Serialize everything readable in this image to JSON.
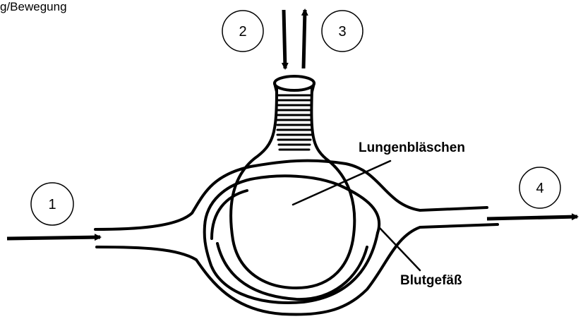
{
  "top_text": "g/Bewegung",
  "labels": {
    "alveolus": "Lungenbläschen",
    "vessel": "Blutgefäß"
  },
  "markers": [
    "1",
    "2",
    "3",
    "4"
  ],
  "colors": {
    "stroke": "#000000",
    "background": "#ffffff"
  }
}
